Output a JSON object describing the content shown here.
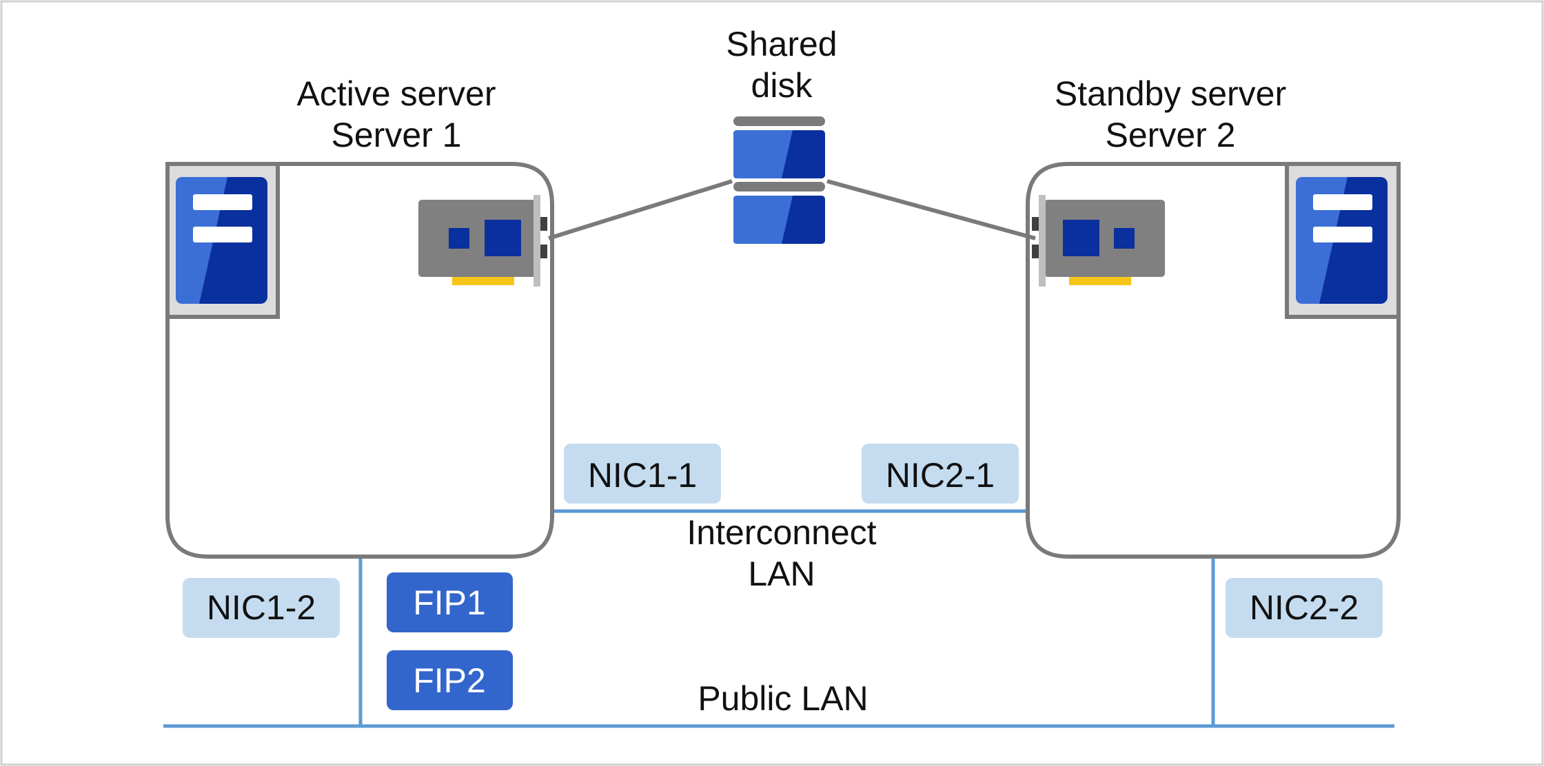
{
  "labels": {
    "active_title": "Active server",
    "active_name": "Server 1",
    "standby_title": "Standby server",
    "standby_name": "Server 2",
    "disk_line1": "Shared",
    "disk_line2": "disk",
    "interconnect_line1": "Interconnect",
    "interconnect_line2": "LAN",
    "public_lan": "Public LAN"
  },
  "nics": {
    "nic1_1": "NIC1-1",
    "nic2_1": "NIC2-1",
    "nic1_2": "NIC1-2",
    "nic2_2": "NIC2-2"
  },
  "floating_ips": {
    "fip1": "FIP1",
    "fip2": "FIP2"
  },
  "colors": {
    "frame": "#7a7a7a",
    "network_line": "#5b9bd5",
    "nic_fill": "#c5dcf0",
    "fip_fill": "#3366cc",
    "disk_light": "#3b6fd6",
    "disk_dark": "#0a2f9e",
    "hba_card": "#808080",
    "hba_pins": "#f5c518"
  }
}
